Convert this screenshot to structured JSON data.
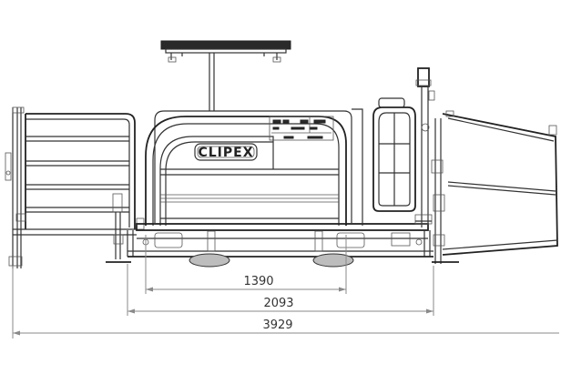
{
  "brand": {
    "logo_text": "CLIPEX"
  },
  "dimensions": [
    {
      "id": "inner",
      "value": "1390"
    },
    {
      "id": "middle",
      "value": "2093"
    },
    {
      "id": "overall",
      "value": "3929"
    }
  ],
  "colors": {
    "line": "#333333",
    "dimension_line": "#8a8a8a",
    "wheel_fill": "#bdbdbd"
  }
}
